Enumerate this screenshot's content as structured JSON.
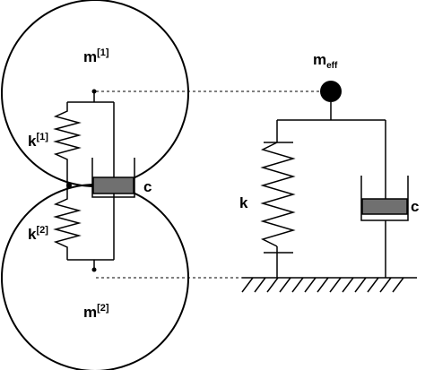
{
  "diagram": {
    "particle1": {
      "mass_symbol": "m",
      "mass_index": "[1]",
      "spring_symbol": "k",
      "spring_index": "[1]"
    },
    "particle2": {
      "mass_symbol": "m",
      "mass_index": "[2]",
      "spring_symbol": "k",
      "spring_index": "[2]"
    },
    "contact_damper_label": "c",
    "effective_mass": {
      "symbol": "m",
      "subscript": "eff"
    },
    "effective_spring_label": "k",
    "effective_damper_label": "c",
    "colors": {
      "line": "#000000",
      "damper_fill": "#707070",
      "background": "#ffffff"
    }
  }
}
